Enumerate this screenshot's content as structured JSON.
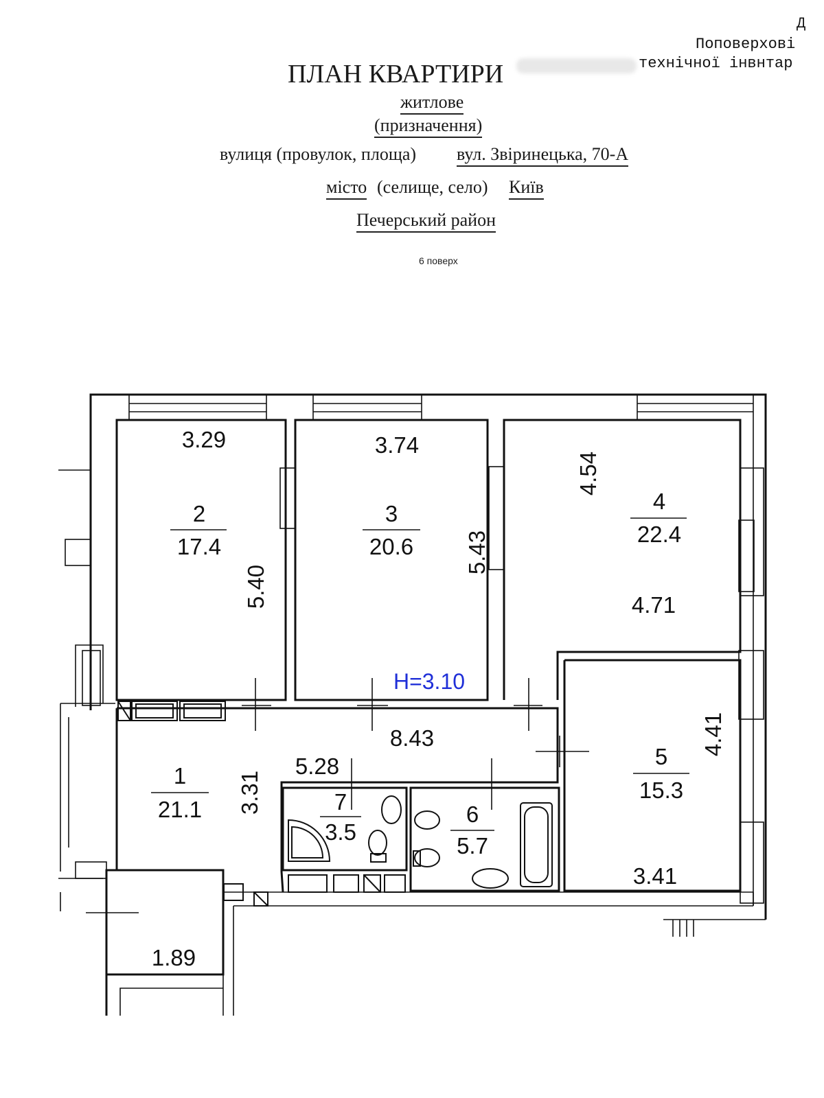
{
  "header": {
    "corner_text_1": "Д",
    "corner_text_2": "Поповерхові",
    "corner_text_3": "технічної інвнтар",
    "title": "ПЛАН КВАРТИРИ",
    "purpose_value": "житлове",
    "purpose_label": "(призначення)",
    "street_label": "вулиця (провулок, площа)",
    "street_value": "вул. Звіринецька, 70-А",
    "city_label_a": "місто",
    "city_label_b": "(селище, село)",
    "city_value": "Київ",
    "district": "Печерський район",
    "floor": "6 поверх"
  },
  "plan": {
    "ceiling_height": "H=3.10",
    "rooms": [
      {
        "number": "1",
        "area": "21.1"
      },
      {
        "number": "2",
        "area": "17.4"
      },
      {
        "number": "3",
        "area": "20.6"
      },
      {
        "number": "4",
        "area": "22.4"
      },
      {
        "number": "5",
        "area": "15.3"
      },
      {
        "number": "6",
        "area": "5.7"
      },
      {
        "number": "7",
        "area": "3.5"
      }
    ],
    "dimensions": {
      "room2_width": "3.29",
      "room2_length": "5.40",
      "room3_width": "3.74",
      "room3_length": "5.43",
      "room4_length": "4.54",
      "room4_width": "4.71",
      "room5_length": "4.41",
      "room5_width": "3.41",
      "corridor_length": "8.43",
      "hall_width": "5.28",
      "hall_length": "3.31",
      "entry_width": "1.89"
    }
  }
}
